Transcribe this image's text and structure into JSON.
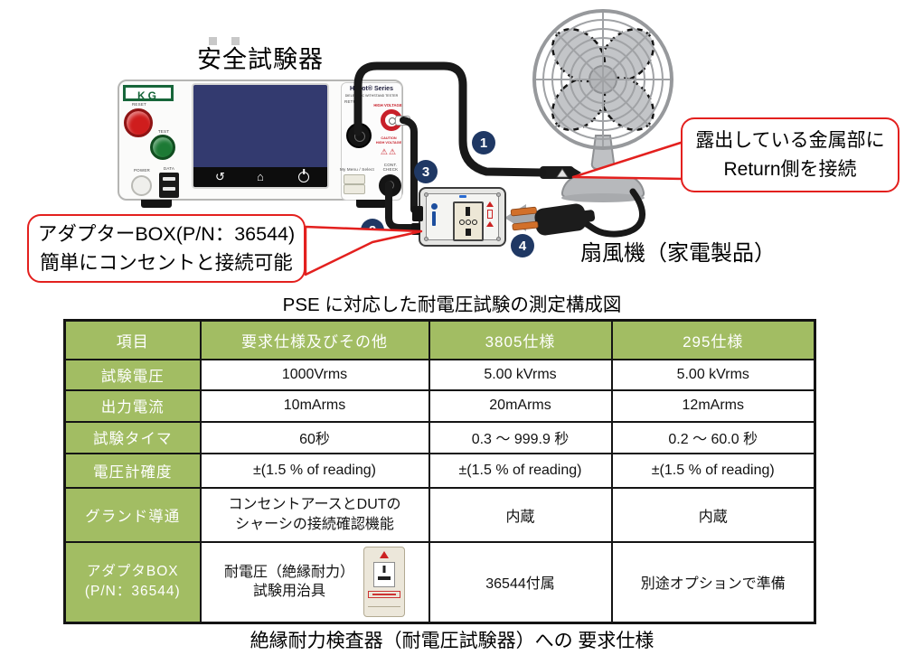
{
  "colors": {
    "table_green": "#a2bd63",
    "callout_red": "#e3201e",
    "step_navy": "#1f3864",
    "screen_navy": "#333a6f",
    "cable_black": "#191919",
    "plug_orange": "#d2702a",
    "brand_green": "#17663a"
  },
  "diagram": {
    "title": "安全試験器",
    "fan_label": "扇風機（家電製品）",
    "steps": [
      "1",
      "2",
      "3",
      "4"
    ],
    "callout_adapter": {
      "line1": "アダプターBOX(P/N：36544)",
      "line2": "簡単にコンセントと接続可能"
    },
    "callout_return": {
      "line1": "露出している金属部に",
      "line2": "Return側を接続"
    },
    "device": {
      "brand": "KG",
      "series": "Hypot® Series",
      "series_sub": "DIELECTRIC WITHSTAND TESTER",
      "reset": "RESET",
      "test": "TEST",
      "power": "POWER",
      "data": "DATA",
      "return_label": "RETURN",
      "hv_label": "HIGH VOLTAGE",
      "caution_line1": "CAUTION",
      "caution_line2": "HIGH VOLTAGE",
      "warn": "⚠⚠",
      "menu_label": "My Menu / Select",
      "cont_line1": "CONT.",
      "cont_line2": "CHECK"
    }
  },
  "captions": {
    "measurement": "PSE に対応した耐電圧試験の測定構成図",
    "requirements": "絶縁耐力検査器（耐電圧試験器）への 要求仕様"
  },
  "table": {
    "headers": [
      "項目",
      "要求仕様及びその他",
      "3805仕様",
      "295仕様"
    ],
    "rows": [
      {
        "label": "試験電圧",
        "req": "1000Vrms",
        "s3805": "5.00 kVrms",
        "s295": "5.00 kVrms"
      },
      {
        "label": "出力電流",
        "req": "10mArms",
        "s3805": "20mArms",
        "s295": "12mArms"
      },
      {
        "label": "試験タイマ",
        "req": "60秒",
        "s3805": "0.3 ～ 999.9 秒",
        "s295": "0.2 ～ 60.0 秒"
      },
      {
        "label": "電圧計確度",
        "req": "±(1.5 % of reading)",
        "s3805": "±(1.5 % of reading)",
        "s295": "±(1.5 % of reading)"
      },
      {
        "label": "グランド導通",
        "req_line1": "コンセントアースとDUTの",
        "req_line2": "シャーシの接続確認機能",
        "s3805": "内蔵",
        "s295": "内蔵"
      },
      {
        "label_line1": "アダプタBOX",
        "label_line2": "(P/N：36544)",
        "req_line1": "耐電圧（絶縁耐力）",
        "req_line2": "試験用治具",
        "s3805": "36544付属",
        "s295": "別途オプションで準備"
      }
    ]
  }
}
